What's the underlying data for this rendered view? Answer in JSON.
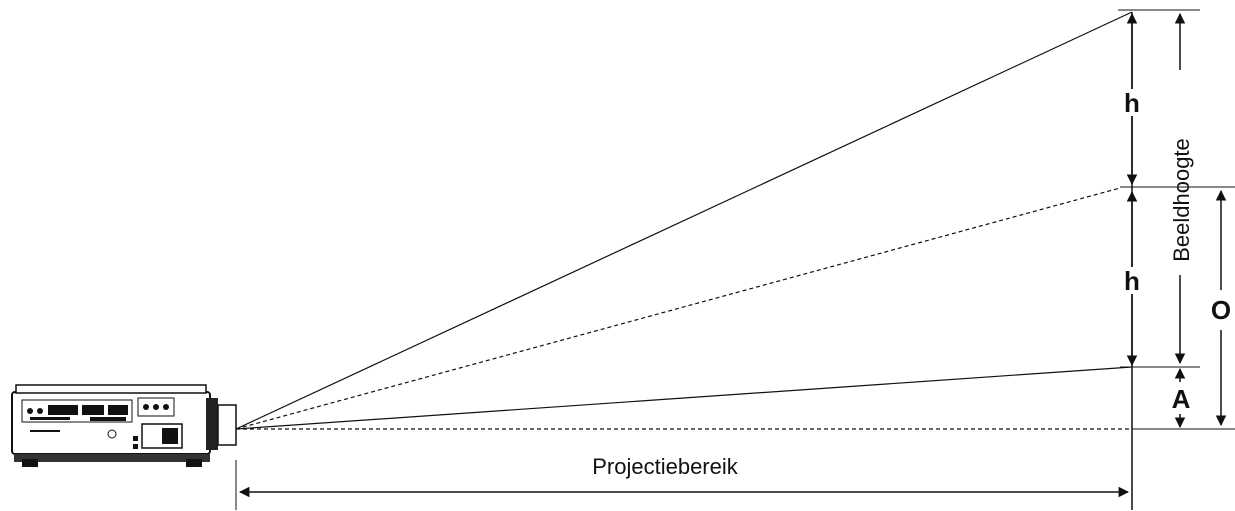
{
  "diagram": {
    "labels": {
      "h_upper": "h",
      "h_lower": "h",
      "image_height": "Beeldhoogte",
      "offset": "O",
      "a_offset": "A",
      "projection_range": "Projectiebereik"
    },
    "colors": {
      "line": "#111111",
      "projector_body": "#ffffff",
      "projector_outline": "#111111"
    }
  }
}
